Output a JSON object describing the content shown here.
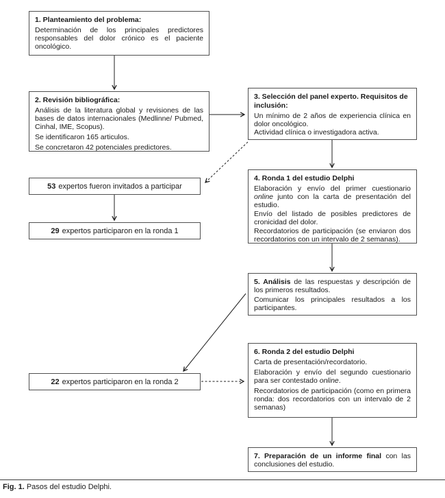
{
  "caption": {
    "label": "Fig. 1.",
    "text": "Pasos del estudio Delphi."
  },
  "colors": {
    "background": "#ffffff",
    "box_border": "#4f4f4f",
    "connector": "#1f1f1f",
    "text": "#1a1a1a"
  },
  "steps": {
    "step1": {
      "title": "1. Planteamiento del problema:",
      "p1": "Determinación de los principales predictores responsables del dolor crónico es el paciente oncológico."
    },
    "step2": {
      "title": "2. Revisión bibliográfica:",
      "p1": "Análisis de la literatura global y revisiones de las bases de datos internacionales (Medlinne/ Pubmed, Cinhal, IME, Scopus).",
      "p2": "Se identificaron 165 articulos.",
      "p3": "Se concretaron 42 potenciales predictores."
    },
    "step3": {
      "title": "3. Selección del panel experto. Requisitos de inclusión:",
      "p1": "Un mínimo de 2 años de experiencia clínica en dolor oncológico.",
      "p2": "Actividad clínica o investigadora activa."
    },
    "step4": {
      "title": "4. Ronda 1 del estudio Delphi",
      "p1a": "Elaboración y envío del primer cuestionario",
      "p1b": "online",
      "p1c": "junto con la carta de presentación del estudio.",
      "p2": "Envío del listado de posibles predictores de cronicidad del dolor.",
      "p3": "Recordatorios de participación (se enviaron dos recordatorios con un intervalo de 2 semanas)."
    },
    "step5": {
      "title": "5. Análisis",
      "p1": "de las respuestas y descripción de los primeros resultados.",
      "p2": "Comunicar los principales resultados a los participantes."
    },
    "step6": {
      "title": "6. Ronda 2 del estudio Delphi",
      "p1": "Carta de presentación/recordatorio.",
      "p2a": "Elaboración y envío del segundo cuestionario para ser contestado",
      "p2b": "online",
      "p2c": ".",
      "p3": "Recordatorios de participación (como en primera ronda: dos recordatorios con un intervalo de 2 semanas)"
    },
    "step7": {
      "title": "7. Preparación de un informe final",
      "p1": "con las conclusiones del estudio."
    }
  },
  "milestones": {
    "invited": {
      "value": "53",
      "label": "expertos fueron invitados a participar"
    },
    "round1": {
      "value": "29",
      "label": "expertos participaron en la ronda 1"
    },
    "round2": {
      "value": "22",
      "label": "expertos participaron en la ronda 2"
    }
  }
}
